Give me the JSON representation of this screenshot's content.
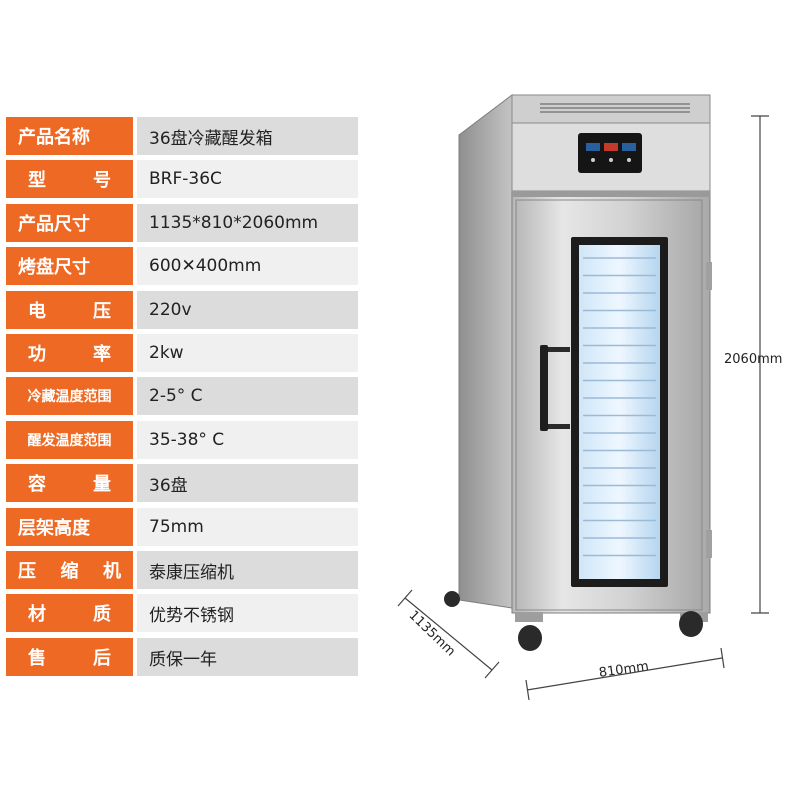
{
  "specs": [
    {
      "label": "产品名称",
      "value": "36盘冷藏醒发箱"
    },
    {
      "label": "型号",
      "value": "BRF-36C"
    },
    {
      "label": "产品尺寸",
      "value": "1135*810*2060mm"
    },
    {
      "label": "烤盘尺寸",
      "value": "600✕400mm"
    },
    {
      "label": "电压",
      "value": "220v"
    },
    {
      "label": "功率",
      "value": "2kw"
    },
    {
      "label": "冷藏温度范围",
      "value": "2-5° C"
    },
    {
      "label": "醒发温度范围",
      "value": "35-38° C"
    },
    {
      "label": "容量",
      "value": "36盘"
    },
    {
      "label": "层架高度",
      "value": "75mm"
    },
    {
      "label": "压缩机",
      "value": "泰康压缩机"
    },
    {
      "label": "材质",
      "value": "优势不锈钢"
    },
    {
      "label": "售后",
      "value": "质保一年"
    }
  ],
  "dimensions": {
    "height": "2060mm",
    "width": "810mm",
    "depth": "1135mm"
  },
  "colors": {
    "label_bg": "#ee6a24",
    "row_dark": "#dcdcdc",
    "row_light": "#f0f0f0"
  }
}
